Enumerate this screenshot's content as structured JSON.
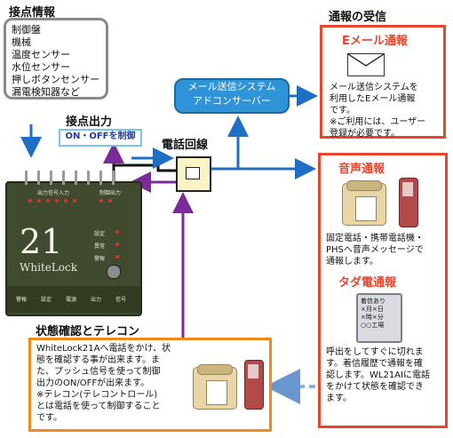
{
  "contact_info": {
    "heading": "接点情報",
    "items": [
      "制御盤",
      "機械",
      "温度センサー",
      "水位センサー",
      "押しボタンセンサー",
      "漏電検知器など"
    ]
  },
  "contact_output": {
    "heading": "接点出力",
    "label": "ON・OFFを制御"
  },
  "phone_line": {
    "label": "電話回線"
  },
  "mail_server": {
    "line1": "メール送信システム",
    "line2": "アドコンサーバー"
  },
  "notification": {
    "heading": "通報の受信",
    "email": {
      "title": "Eメール通報",
      "text": [
        "メール送信システムを",
        "利用したEメール通報",
        "です。",
        "※ご利用には、ユーザー",
        "登録が必要です。"
      ]
    },
    "voice": {
      "title": "音声通報",
      "text": [
        "固定電話・携帯電話機・",
        "PHSへ音声メッセージで",
        "通報します。"
      ]
    },
    "missed_call": {
      "title": "タダ電通報",
      "display": [
        "着信あり",
        "×月×日",
        "×時×分",
        "○○工場"
      ],
      "text": [
        "呼出をしてすぐに切れま",
        "す。着信履歴で通報を確",
        "認します。WL21AIに電話",
        "をかけて状態を確認でき",
        "ます。"
      ]
    }
  },
  "status_check": {
    "heading": "状態確認とテレコン",
    "text": [
      "WhiteLock21Aへ電話をかけ、状",
      "態を確認する事が出来ます。ま",
      "た、プッシュ信号を使って制御",
      "出力のON/OFFが出来ます。",
      "※テレコン(テレコントロール)",
      "とは電話を使って制御すること",
      "です。"
    ]
  },
  "device": {
    "model": "21",
    "brand": "WhiteLock",
    "top_left_label": "出力信号入力",
    "top_right_label": "制御出力",
    "side_labels": [
      "設定",
      "異常",
      "警報"
    ],
    "bottom_labels": [
      "警報",
      "設定",
      "電源",
      "出力",
      "信号"
    ]
  },
  "colors": {
    "blue_arrow": "#1f6fc4",
    "purple_arrow": "#7b2a9a",
    "red_border": "#e8452c",
    "orange_border": "#f08a1c",
    "dashed_arrow": "#8fb0d8"
  }
}
